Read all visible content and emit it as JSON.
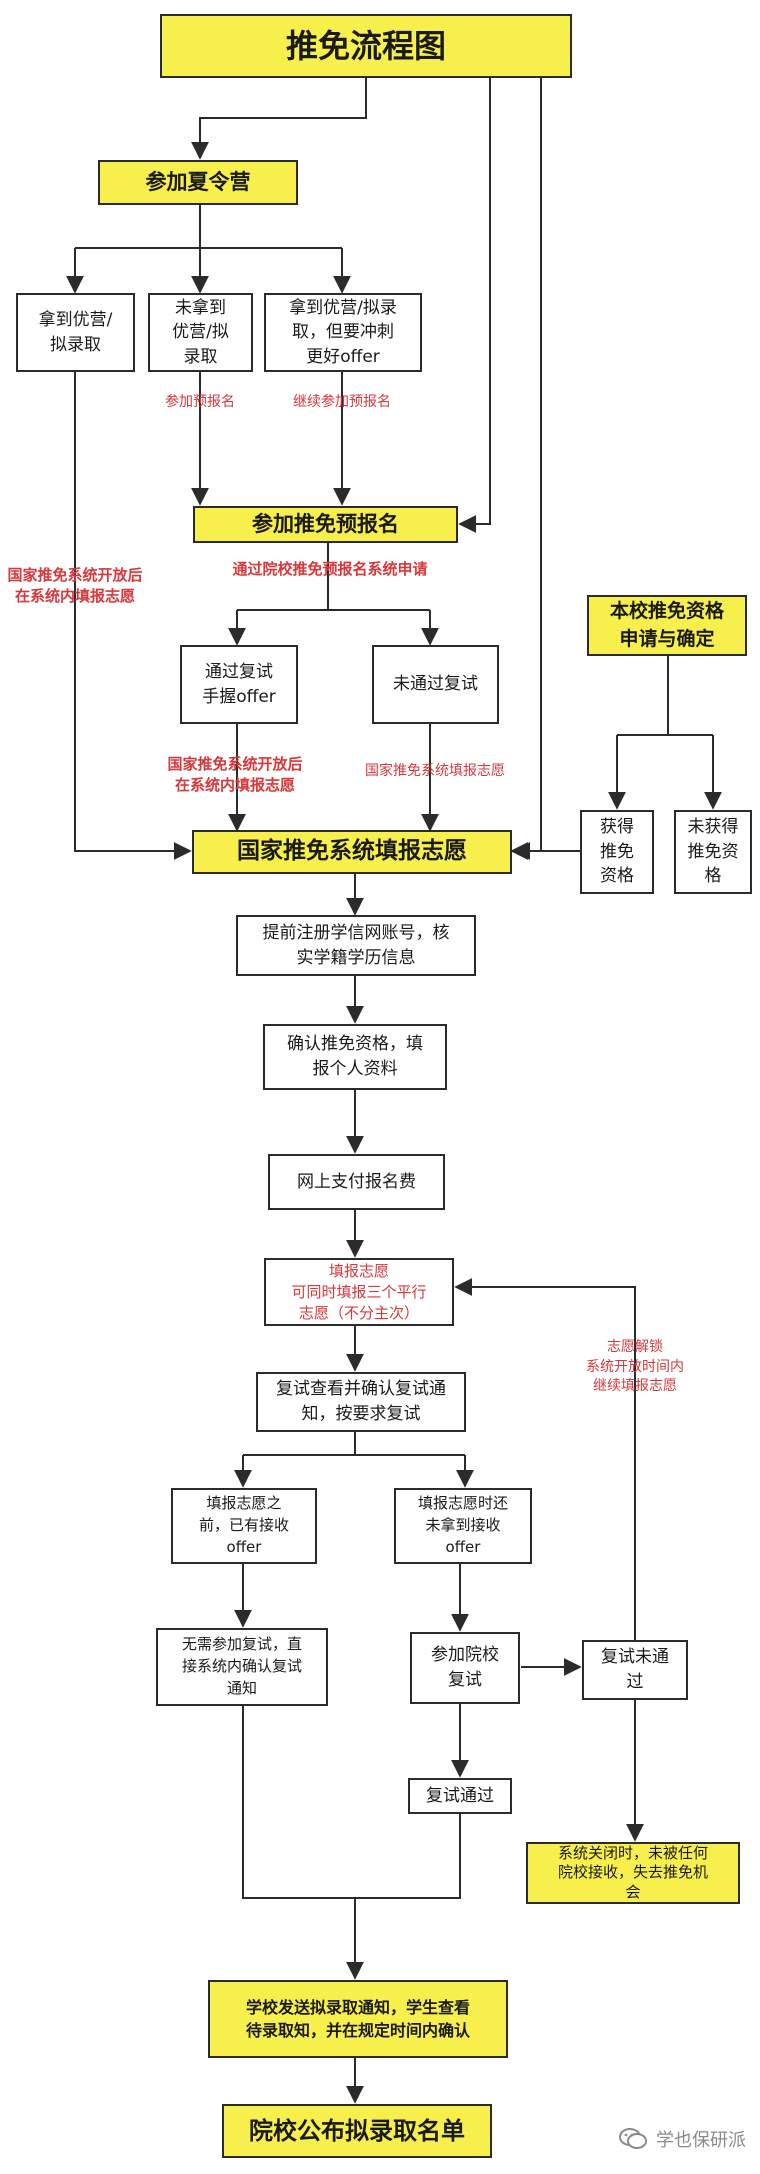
{
  "title": "推免流程图",
  "nodes": {
    "summer_camp": "参加夏令营",
    "camp_excellent": "拿到优营/\n拟录取",
    "camp_not_excellent": "未拿到\n优营/拟\n录取",
    "camp_excellent_sprint": "拿到优营/拟录\n取，但要冲刺\n更好offer",
    "pre_register": "参加推免预报名",
    "passed_retest": "通过复试\n手握offer",
    "failed_retest": "未通过复试",
    "school_qualification": "本校推免资格\n申请与确定",
    "obtained_qualification": "获得\n推免\n资格",
    "not_obtained_qualification": "未获得\n推免资\n格",
    "national_system": "国家推免系统填报志愿",
    "register_chsi": "提前注册学信网账号，核\n实学籍学历信息",
    "confirm_qualification": "确认推免资格，填\n报个人资料",
    "pay_fee": "网上支付报名费",
    "fill_applications": "填报志愿\n可同时填报三个平行\n志愿（不分主次）",
    "check_retest_notice": "复试查看并确认复试通\n知，按要求复试",
    "has_offer": "填报志愿之\n前，已有接收\noffer",
    "no_offer": "填报志愿时还\n未拿到接收\noffer",
    "no_retest_needed": "无需参加复试，直\n接系统内确认复试\n通知",
    "attend_retest": "参加院校\n复试",
    "retest_failed": "复试未通\n过",
    "retest_passed": "复试通过",
    "system_closed": "系统关闭时，未被任何\n院校接收，失去推免机\n会",
    "admission_notice": "学校发送拟录取通知，学生查看\n待录取知，并在规定时间内确认",
    "publish_list": "院校公布拟录取名单"
  },
  "notes": {
    "pre_register_1": "参加预报名",
    "pre_register_2": "继续参加预报名",
    "fill_after_open_left": "国家推免系统开放后\n在系统内填报志愿",
    "apply_via_school_system": "通过院校推免预报名系统申请",
    "fill_after_open_mid": "国家推免系统开放后\n在系统内填报志愿",
    "fill_in_system": "国家推免系统填报志愿",
    "unlock_refill": "志愿解锁\n系统开放时间内\n继续填报志愿"
  },
  "watermark": "学也保研派",
  "colors": {
    "highlight": "#f7ef4c",
    "note_red": "#d9373a",
    "line": "#2b2b2b"
  }
}
